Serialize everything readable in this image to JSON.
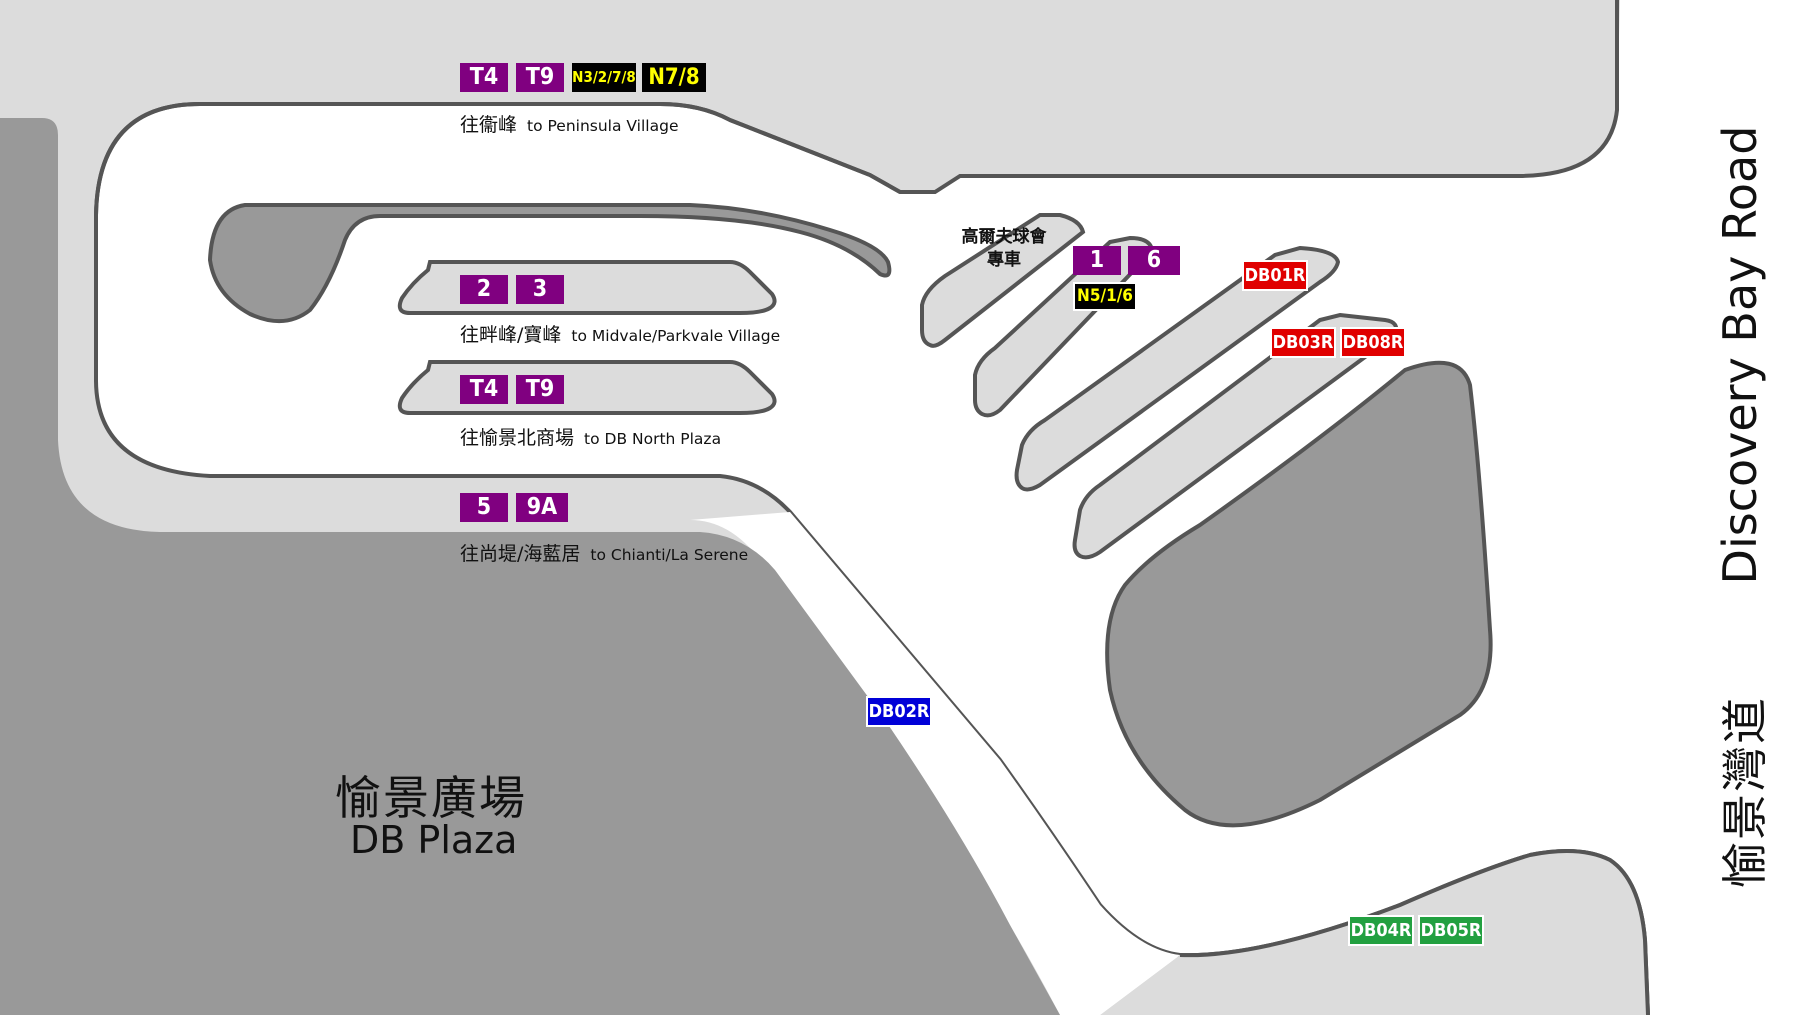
{
  "plaza": {
    "name_zh": "愉景廣場",
    "name_en": "DB Plaza"
  },
  "road": {
    "name_en": "Discovery Bay Road",
    "name_zh": "愉景灣道"
  },
  "golf_shuttle": {
    "line1": "高爾夫球會",
    "line2": "專車"
  },
  "stops": {
    "peninsula": {
      "routes": [
        "T4",
        "T9"
      ],
      "night_routes": [
        "N3/2/7/8",
        "N7/8"
      ],
      "dest_zh": "往衞峰",
      "dest_en": "to Peninsula Village"
    },
    "midvale": {
      "routes": [
        "2",
        "3"
      ],
      "dest_zh": "往畔峰/寶峰",
      "dest_en": "to Midvale/Parkvale Village"
    },
    "north_plaza": {
      "routes": [
        "T4",
        "T9"
      ],
      "dest_zh": "往愉景北商場",
      "dest_en": "to DB North Plaza"
    },
    "chianti": {
      "routes": [
        "5",
        "9A"
      ],
      "dest_zh": "往尚堤/海藍居",
      "dest_en": "to Chianti/La Serene"
    },
    "golf_bay": {
      "routes": [
        "1",
        "6"
      ],
      "night_routes": [
        "N5/1/6"
      ]
    }
  },
  "external_routes": {
    "red": [
      "DB01R",
      "DB03R",
      "DB08R"
    ],
    "blue": [
      "DB02R"
    ],
    "green": [
      "DB04R",
      "DB05R"
    ]
  },
  "colors": {
    "building": "#999999",
    "pavement": "#dcdcdc",
    "road": "#ffffff",
    "outline": "#555555",
    "route_purple": "#800080",
    "night_bg": "#000000",
    "night_text": "#ffff00",
    "route_red": "#e00000",
    "route_blue": "#0000d8",
    "route_green": "#22a040"
  }
}
